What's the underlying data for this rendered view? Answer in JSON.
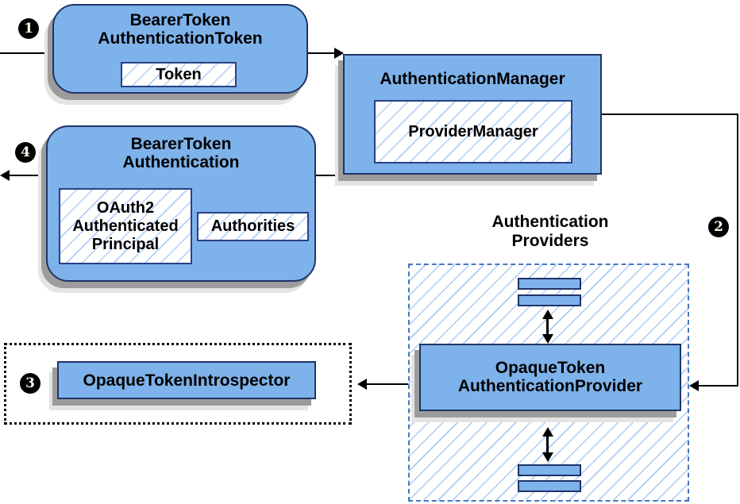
{
  "badges": {
    "step1": "1",
    "step2": "2",
    "step3": "3",
    "step4": "4"
  },
  "nodes": {
    "bearerTokenAuthenticationToken": {
      "title_line1": "BearerToken",
      "title_line2": "AuthenticationToken",
      "token_label": "Token"
    },
    "authenticationManager": {
      "title": "AuthenticationManager",
      "provider_label": "ProviderManager"
    },
    "bearerTokenAuthentication": {
      "title_line1": "BearerToken",
      "title_line2": "Authentication",
      "principal_line1": "OAuth2",
      "principal_line2": "Authenticated",
      "principal_line3": "Principal",
      "authorities_label": "Authorities"
    },
    "authenticationProviders": {
      "label_line1": "Authentication",
      "label_line2": "Providers"
    },
    "opaqueTokenAuthenticationProvider": {
      "title_line1": "OpaqueToken",
      "title_line2": "AuthenticationProvider"
    },
    "opaqueTokenIntrospector": {
      "title": "OpaqueTokenIntrospector"
    }
  },
  "colors": {
    "node_fill": "#7EB2EA",
    "node_border": "#1F3468",
    "subbox_border": "#2A4089",
    "hatch_line": "#A9CCF4",
    "providers_dashed_border": "#4779B8",
    "dotted_border": "#000000",
    "shadow_dark": "#9C9C9C",
    "shadow_light": "#E4E4E4",
    "connector": "#000000",
    "badge_bg": "#000000",
    "badge_text": "#FBF6E3"
  }
}
